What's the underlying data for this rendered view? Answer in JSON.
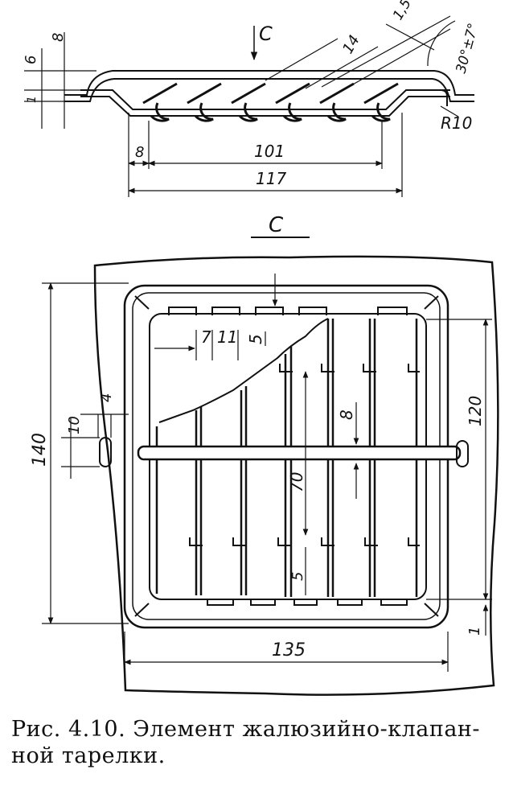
{
  "figure": {
    "section_label": "C",
    "view_label": "C",
    "caption_line1": "Рис. 4.10. Элемент жалюзийно-клапан-",
    "caption_line2": "ной тарелки."
  },
  "dimensions": {
    "top": {
      "d8_left": "8",
      "d6": "6",
      "d1": "1",
      "d14": "14",
      "d1_5": "1,5",
      "angle": "30°±7°",
      "radius": "R10",
      "d8_bottom": "8",
      "d101": "101",
      "d117": "117"
    },
    "plan": {
      "d7": "7",
      "d11": "11",
      "d5_top": "5",
      "d10": "10",
      "d4": "4",
      "d140": "140",
      "d8_mid": "8",
      "d70": "70",
      "d5_bottom": "5",
      "d120": "120",
      "d1": "1",
      "d135": "135"
    }
  }
}
